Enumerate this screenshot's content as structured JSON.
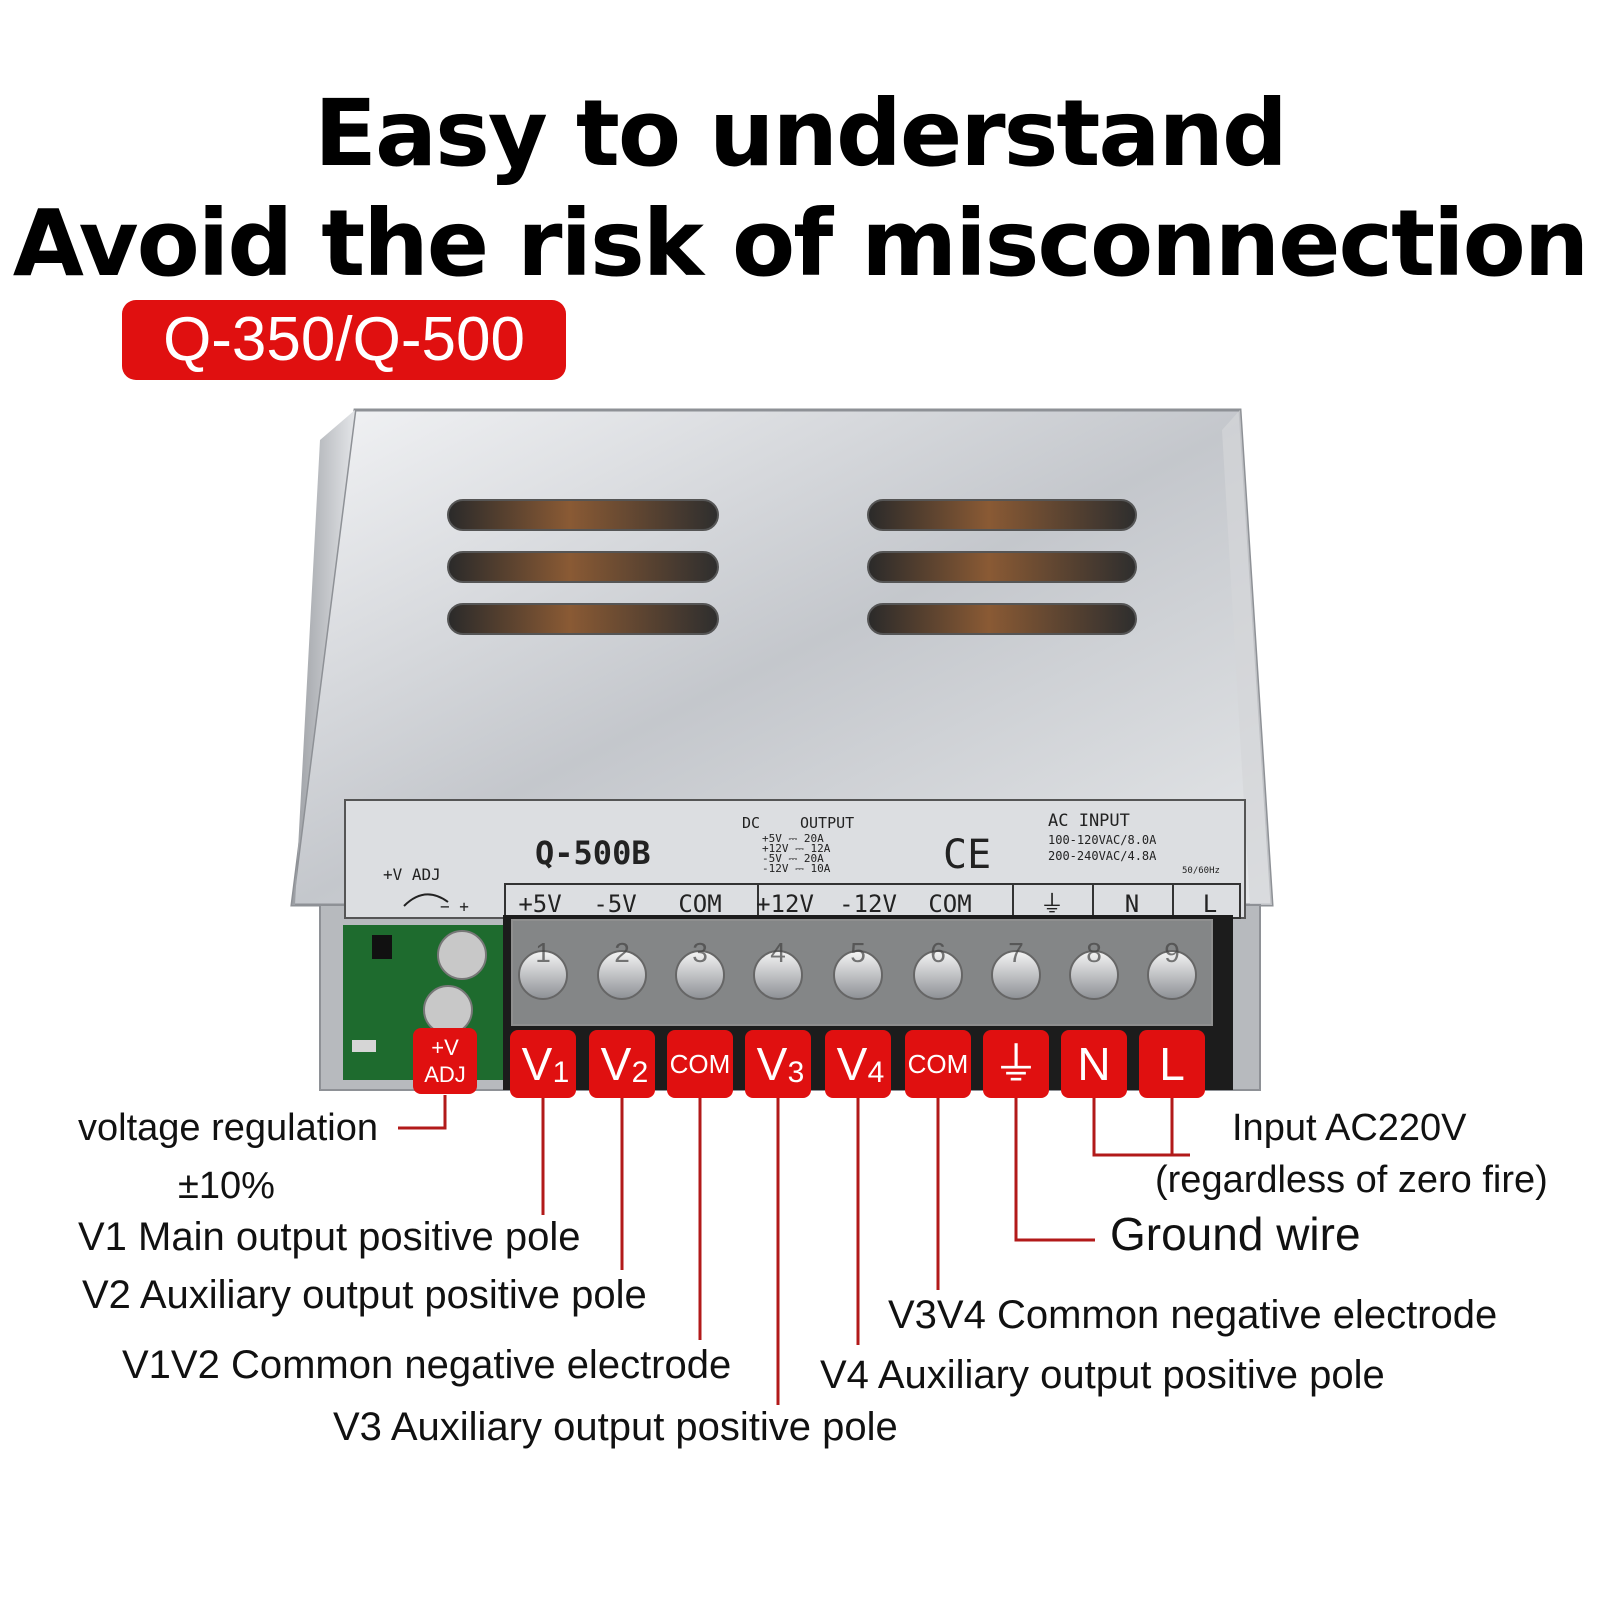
{
  "title": {
    "line1": "Easy to understand",
    "line2": "Avoid the risk of misconnection"
  },
  "model_badge": "Q-350/Q-500",
  "colors": {
    "accent_red": "#e01010",
    "leader_line": "#b21a1a",
    "case_silver": "#c9ccd0",
    "pcb_green": "#1e6b2e"
  },
  "device_label": {
    "model": "Q-500B",
    "dc": "DC",
    "output": "OUTPUT",
    "output_rows": [
      "+5V ⎓ 20A",
      "+12V ⎓ 12A",
      "-5V ⎓ 20A",
      "-12V ⎓ 10A"
    ],
    "ce": "CE",
    "ac_input": "AC INPUT",
    "ac_rows": [
      "100-120VAC/8.0A",
      "200-240VAC/4.8A",
      "50/60Hz"
    ],
    "adj_label": "+V ADJ",
    "adj_signs": "− +",
    "terminal_labels": [
      "+5V",
      "-5V",
      "COM",
      "+12V",
      "-12V",
      "COM",
      "⏚",
      "N",
      "L"
    ],
    "terminal_numbers": [
      "1",
      "2",
      "3",
      "4",
      "5",
      "6",
      "7",
      "8",
      "9"
    ]
  },
  "terminal_tags": {
    "adj_line1": "+V",
    "adj_line2": "ADJ",
    "tags": [
      {
        "main": "V",
        "sub": "1"
      },
      {
        "main": "V",
        "sub": "2"
      },
      {
        "main": "COM",
        "sub": ""
      },
      {
        "main": "V",
        "sub": "3"
      },
      {
        "main": "V",
        "sub": "4"
      },
      {
        "main": "COM",
        "sub": ""
      },
      {
        "main": "⏚",
        "sub": ""
      },
      {
        "main": "N",
        "sub": ""
      },
      {
        "main": "L",
        "sub": ""
      }
    ]
  },
  "callouts": {
    "voltage_regulation": "voltage regulation",
    "voltage_range": "±10%",
    "v1": "V1 Main output positive pole",
    "v2": "V2 Auxiliary output positive pole",
    "v1v2_com": "V1V2  Common negative electrode",
    "v3": "V3 Auxiliary output positive pole",
    "v4": "V4 Auxiliary output positive pole",
    "v3v4_com": "V3V4 Common negative electrode",
    "ground": "Ground wire",
    "input_line1": "Input AC220V",
    "input_line2": "(regardless of zero fire)"
  }
}
